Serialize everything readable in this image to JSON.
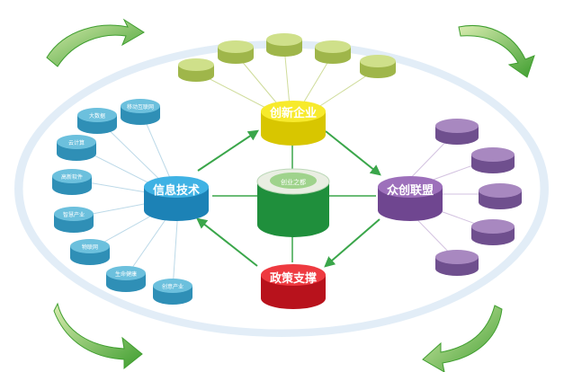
{
  "diagram": {
    "hubs": {
      "innovation": {
        "label": "创新企业",
        "color": "#f2e300"
      },
      "info_tech": {
        "label": "信息技术",
        "color": "#2b9fd6"
      },
      "alliance": {
        "label": "众创联盟",
        "color": "#8b5aa6"
      },
      "policy": {
        "label": "政策支撑",
        "color": "#e0202a"
      }
    },
    "center": {
      "logo_text": "创业之都",
      "color": "#2aa84a"
    },
    "info_tech_items": [
      "大数据",
      "移动互联网",
      "云计算",
      "高新软件",
      "智慧产业",
      "物联网",
      "生命健康",
      "创意产业"
    ],
    "colors": {
      "green_items": "#b8cf64",
      "blue_items": "#4aa7c9",
      "purple_items": "#8d6aa6",
      "connector": "#3aa64a",
      "arrow_green": "#4aae3a"
    },
    "icons": [
      "curved-arrow-icon"
    ]
  }
}
